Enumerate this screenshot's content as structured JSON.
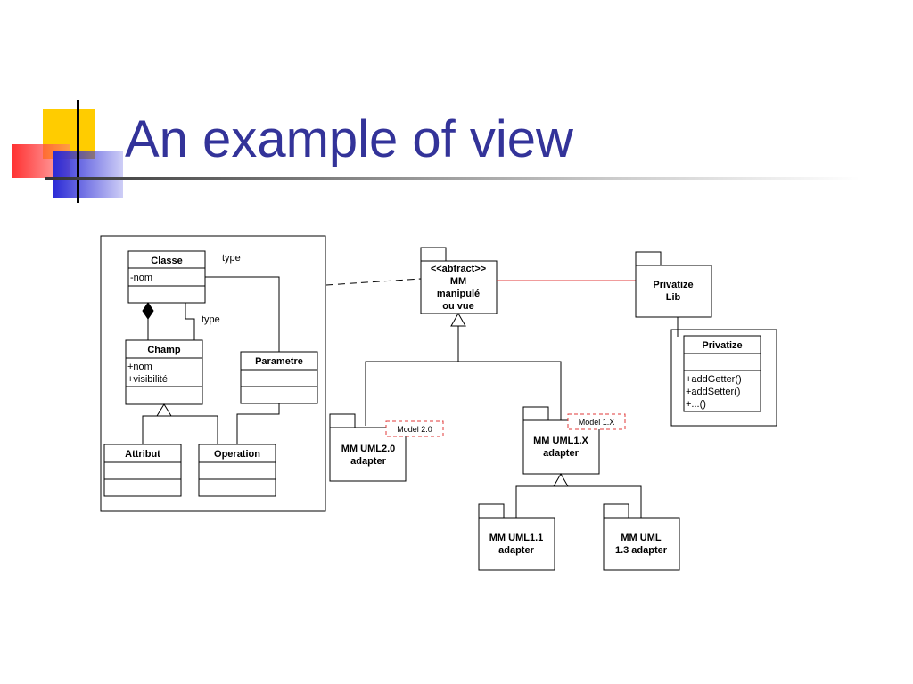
{
  "slide": {
    "title": "An example of view",
    "colors": {
      "title": "#333399",
      "accent_yellow": "#ffcc00",
      "accent_red": "#ff2828",
      "accent_blue": "#2b2bd6",
      "link_red": "#e23a3a"
    }
  },
  "diagram": {
    "left_frame": {
      "classe": {
        "name": "Classe",
        "attr": "-nom"
      },
      "champ": {
        "name": "Champ",
        "attrs": [
          "+nom",
          "+visibilité"
        ]
      },
      "parametre": {
        "name": "Parametre"
      },
      "attribut": {
        "name": "Attribut"
      },
      "operation": {
        "name": "Operation"
      },
      "label_type_top": "type",
      "label_type_mid": "type"
    },
    "mm_abstract": {
      "lines": [
        "<<abtract>>",
        "MM",
        "manipulé",
        "ou vue"
      ]
    },
    "privatize_lib": {
      "lines": [
        "Privatize",
        "Lib"
      ]
    },
    "privatize_class": {
      "name": "Privatize",
      "methods": [
        "+addGetter()",
        "+addSetter()",
        "+...()"
      ]
    },
    "uml20": {
      "lines": [
        "MM UML2.0",
        "adapter"
      ],
      "tag": "Model 2.0"
    },
    "uml1x": {
      "lines": [
        "MM UML1.X",
        "adapter"
      ],
      "tag": "Model 1.X"
    },
    "uml11": {
      "lines": [
        "MM UML1.1",
        "adapter"
      ]
    },
    "uml13": {
      "lines": [
        "MM UML",
        "1.3 adapter"
      ]
    }
  }
}
